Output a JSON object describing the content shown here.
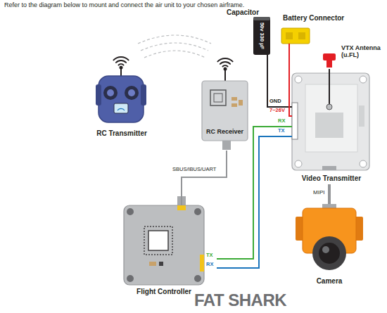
{
  "diagram": {
    "title": "Refer to the diagram below to mount and connect the air unit to your chosen airframe.",
    "nodes": [
      {
        "text": [
          "Capacitor",
          "50v 330 µF"
        ]
      },
      {
        "text": [
          "Battery Connector"
        ]
      },
      {
        "text": [
          "VTX Antenna (u.FL)"
        ]
      },
      {
        "text": [
          "RC Transmitter"
        ]
      },
      {
        "text": [
          "RC Receiver"
        ]
      },
      {
        "text": [
          "Video Transmitter"
        ]
      },
      {
        "text": [
          "Flight Controller"
        ]
      },
      {
        "text": [
          "Camera"
        ]
      }
    ],
    "edges": [
      {
        "from": 0,
        "to": 5,
        "arrow": "none"
      },
      {
        "from": 1,
        "to": 5,
        "arrow": "none"
      },
      {
        "from": 2,
        "to": 5,
        "arrow": "none"
      },
      {
        "from": 4,
        "to": 6,
        "label": "SBUS/IBUS/UART",
        "arrow": "none"
      },
      {
        "from": 6,
        "to": 5,
        "arrow": "none"
      },
      {
        "from": 6,
        "to": 5,
        "arrow": "none"
      },
      {
        "from": 5,
        "to": 7,
        "label": "MIPI",
        "arrow": "none"
      }
    ],
    "labels": [
      "GND",
      "7~26V",
      "RX",
      "TX",
      "TX",
      "RX",
      "FAT SHARK"
    ]
  }
}
